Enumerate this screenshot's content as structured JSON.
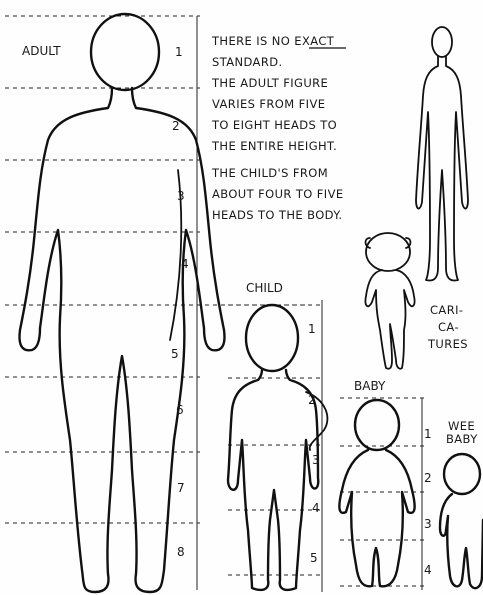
{
  "labels": {
    "adult": "ADULT",
    "child": "CHILD",
    "baby": "BABY",
    "wee_baby": [
      "WEE",
      "BABY"
    ],
    "caricatures": [
      "CARI-",
      "CA-",
      "TURES"
    ]
  },
  "note_lines": [
    "THERE IS NO EXACT",
    "STANDARD.",
    "THE ADULT FIGURE",
    "VARIES FROM FIVE",
    "TO EIGHT HEADS TO",
    "THE ENTIRE HEIGHT.",
    "THE CHILD'S FROM",
    "ABOUT FOUR TO FIVE",
    "HEADS TO THE BODY."
  ],
  "adult_heads": [
    "1",
    "2",
    "3",
    "4",
    "5",
    "6",
    "7",
    "8"
  ],
  "child_heads": [
    "1",
    "2",
    "3",
    "4",
    "5"
  ],
  "baby_heads": [
    "1",
    "2",
    "3",
    "4"
  ]
}
